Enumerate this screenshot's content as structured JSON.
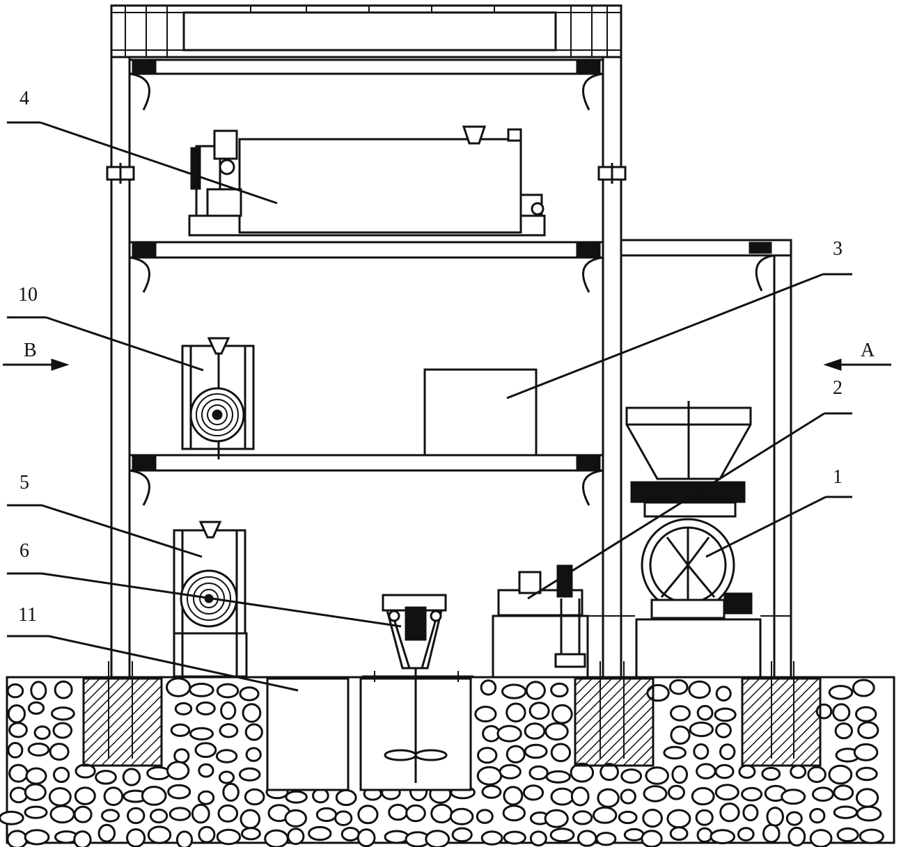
{
  "callouts": {
    "c1": "1",
    "c2": "2",
    "c3": "3",
    "c4": "4",
    "c5": "5",
    "c6": "6",
    "c10": "10",
    "c11": "11"
  },
  "view_markers": {
    "left": "B",
    "right": "A"
  },
  "colors": {
    "ink": "#111111",
    "paper": "#ffffff"
  }
}
